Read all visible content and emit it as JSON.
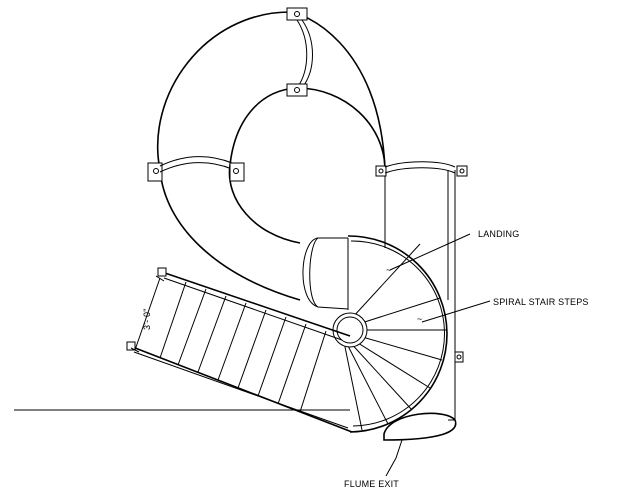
{
  "labels": {
    "landing": "LANDING",
    "spiral_steps": "SPIRAL STAIR STEPS",
    "flume_exit": "FLUME EXIT",
    "width_dim": "3'- 0\""
  },
  "colors": {
    "line": "#000000",
    "background": "#ffffff"
  }
}
